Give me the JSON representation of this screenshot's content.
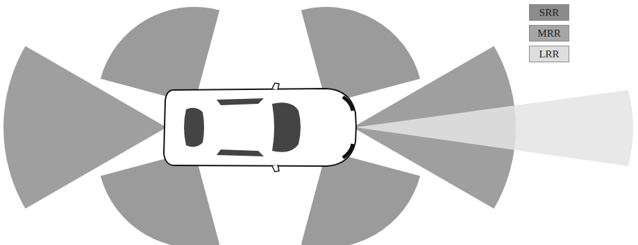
{
  "diagram": {
    "legend": [
      {
        "text": "SRR",
        "color": "#8c8c8c"
      },
      {
        "text": "MRR",
        "color": "#a6a6a6"
      },
      {
        "text": "LRR",
        "color": "#dedede"
      }
    ]
  }
}
